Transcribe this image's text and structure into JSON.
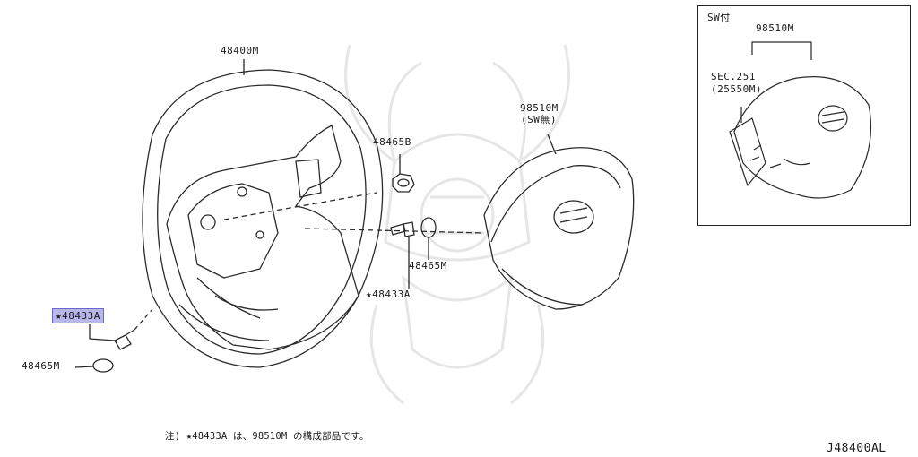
{
  "colors": {
    "line": "#2a2a2a",
    "highlight": "#b9b6e8",
    "watermark": "#e6e6e6"
  },
  "labels": {
    "wheel": "48400M",
    "nut": "48465B",
    "bolt_clip": "48465M",
    "bolt_star": "★48433A",
    "airbag_part": "98510M",
    "airbag_note": "(SW無)",
    "left_bolt": "★48433A",
    "left_clip": "48465M"
  },
  "inset": {
    "title": "SW付",
    "part": "98510M",
    "sec_line1": "SEC.251",
    "sec_line2": "(25550M)"
  },
  "footnote": "注) ★48433A は、98510M の構成部品です。",
  "drawing_id": "J48400AL"
}
